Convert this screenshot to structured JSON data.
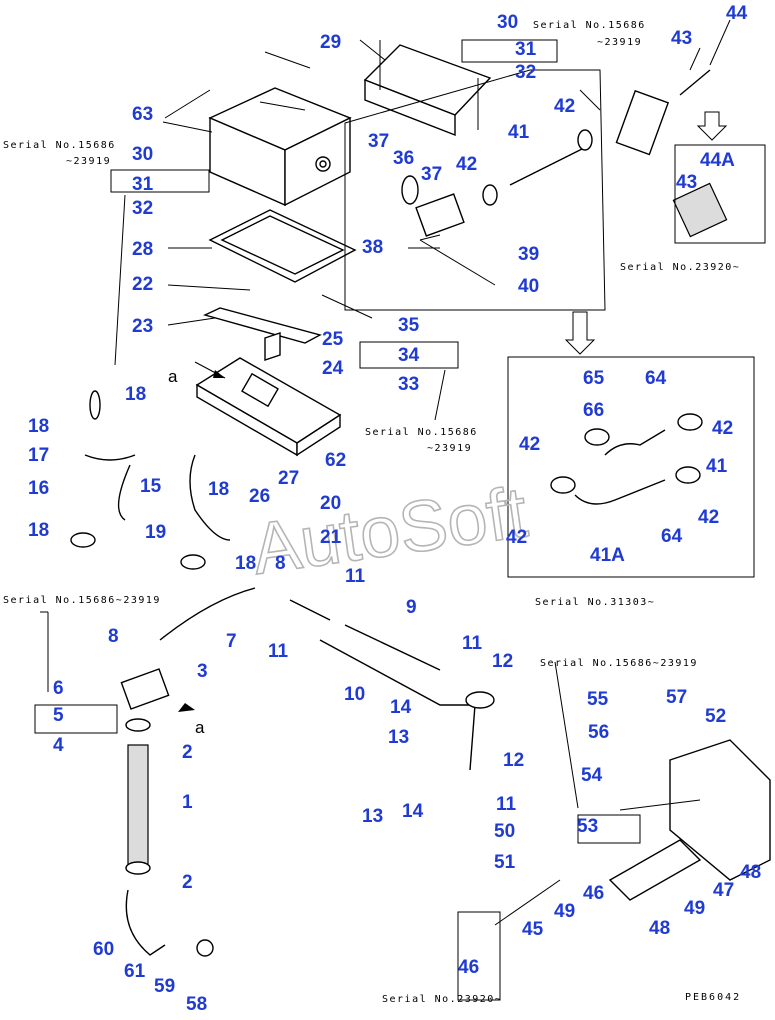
{
  "watermark": "AutoSoft",
  "drawing_code": "PEB6042",
  "view_letters": {
    "upper": "a",
    "lower": "a"
  },
  "serials": {
    "s1": "Serial No.15686",
    "s1b": "~23919",
    "s2": "Serial No.15686",
    "s2b": "~23919",
    "s3": "Serial No.23920~",
    "s4": "Serial No.15686",
    "s4b": "~23919",
    "s5": "Serial No.31303~",
    "s6": "Serial No.15686~23919",
    "s7": "Serial No.15686~23919",
    "s8": "Serial No.23920~"
  },
  "callouts": {
    "p1": "1",
    "p2a": "2",
    "p2b": "2",
    "p3": "3",
    "p4": "4",
    "p5": "5",
    "p6": "6",
    "p7": "7",
    "p8a": "8",
    "p8b": "8",
    "p9": "9",
    "p10": "10",
    "p11a": "11",
    "p11b": "11",
    "p11c": "11",
    "p11d": "11",
    "p12a": "12",
    "p12b": "12",
    "p13a": "13",
    "p13b": "13",
    "p14a": "14",
    "p14b": "14",
    "p15": "15",
    "p16": "16",
    "p17": "17",
    "p18a": "18",
    "p18b": "18",
    "p18c": "18",
    "p18d": "18",
    "p18e": "18",
    "p19": "19",
    "p20": "20",
    "p21": "21",
    "p22": "22",
    "p23": "23",
    "p24": "24",
    "p25": "25",
    "p26": "26",
    "p27": "27",
    "p28": "28",
    "p29": "29",
    "p30a": "30",
    "p30b": "30",
    "p31a": "31",
    "p31b": "31",
    "p32a": "32",
    "p32b": "32",
    "p33": "33",
    "p34": "34",
    "p35": "35",
    "p36": "36",
    "p37a": "37",
    "p37b": "37",
    "p38": "38",
    "p39": "39",
    "p40": "40",
    "p41a": "41",
    "p41b": "41",
    "p41A": "41A",
    "p42a": "42",
    "p42b": "42",
    "p42c": "42",
    "p42d": "42",
    "p42e": "42",
    "p42f": "42",
    "p43a": "43",
    "p43b": "43",
    "p44": "44",
    "p44A": "44A",
    "p45": "45",
    "p46a": "46",
    "p46b": "46",
    "p47": "47",
    "p48a": "48",
    "p48b": "48",
    "p49a": "49",
    "p49b": "49",
    "p50": "50",
    "p51": "51",
    "p52": "52",
    "p53": "53",
    "p54": "54",
    "p55": "55",
    "p56": "56",
    "p57": "57",
    "p58": "58",
    "p59": "59",
    "p60": "60",
    "p61": "61",
    "p62": "62",
    "p63": "63",
    "p64a": "64",
    "p64b": "64",
    "p65": "65",
    "p66": "66"
  },
  "colors": {
    "callout": "#1f3bd1",
    "line": "#000000",
    "watermark": "#b5b5b5"
  }
}
